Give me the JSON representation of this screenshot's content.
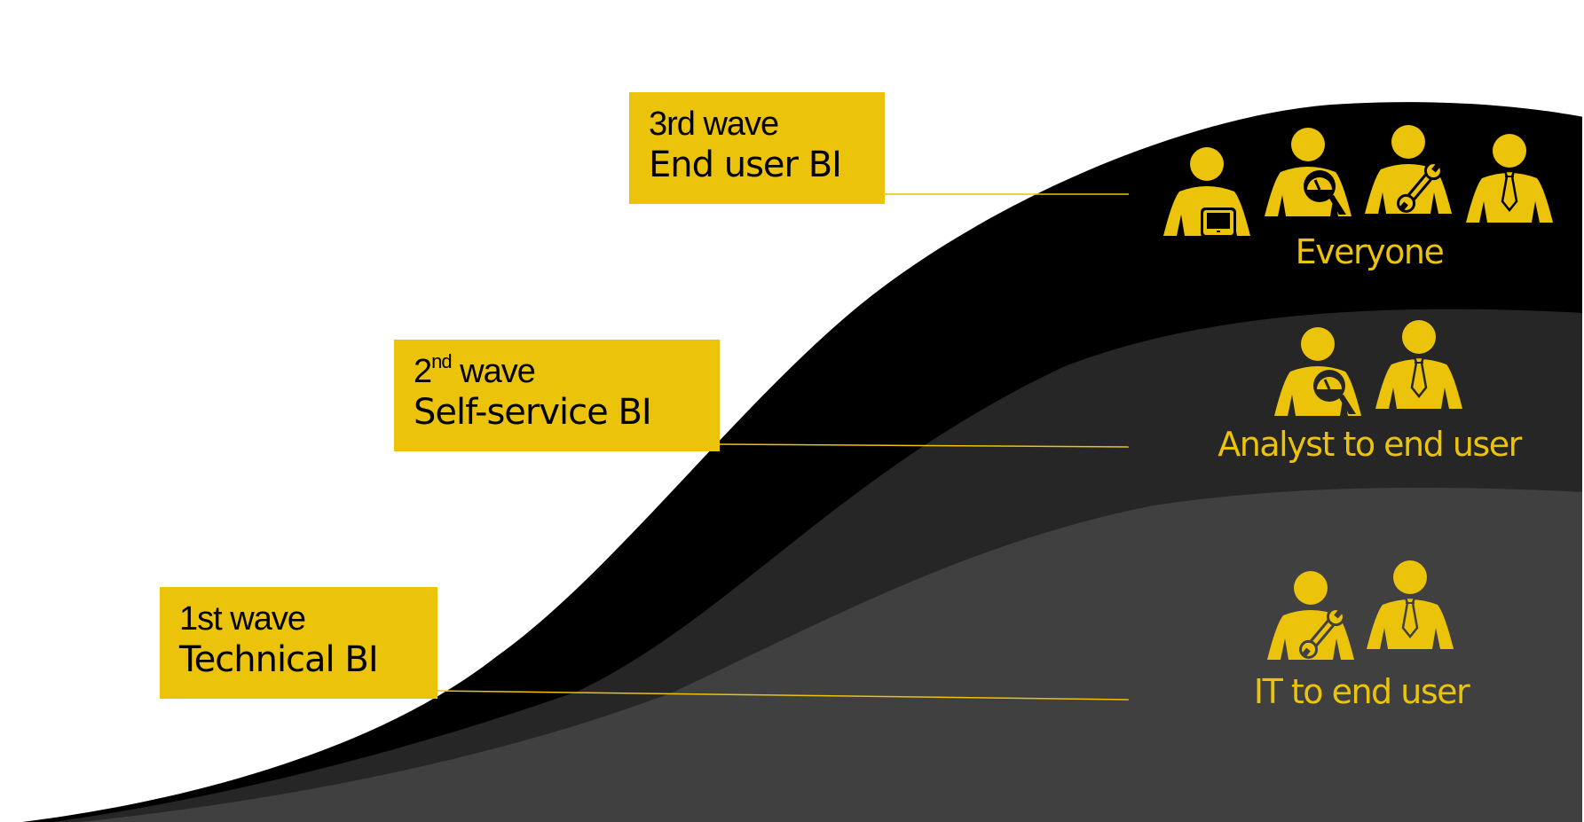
{
  "colors": {
    "accent_yellow": "#ECC30B",
    "band_third": "#000000",
    "band_second": "#262626",
    "band_first": "#404040",
    "background": "#ffffff"
  },
  "waves": [
    {
      "id": "first",
      "title_prefix": "1st",
      "title_superscript": "",
      "title_suffix": " wave",
      "subtitle": "Technical BI",
      "audience": "IT to end user",
      "icons": [
        "technician-wrench-icon",
        "business-user-tie-icon"
      ]
    },
    {
      "id": "second",
      "title_prefix": "2",
      "title_superscript": "nd",
      "title_suffix": " wave",
      "subtitle": "Self-service BI",
      "audience": "Analyst to end user",
      "icons": [
        "analyst-gauge-icon",
        "business-user-tie-icon"
      ]
    },
    {
      "id": "third",
      "title_prefix": "3rd",
      "title_superscript": "",
      "title_suffix": " wave",
      "subtitle": "End user BI",
      "audience": "Everyone",
      "icons": [
        "user-tablet-icon",
        "analyst-gauge-icon",
        "technician-wrench-icon",
        "business-user-tie-icon"
      ]
    }
  ]
}
